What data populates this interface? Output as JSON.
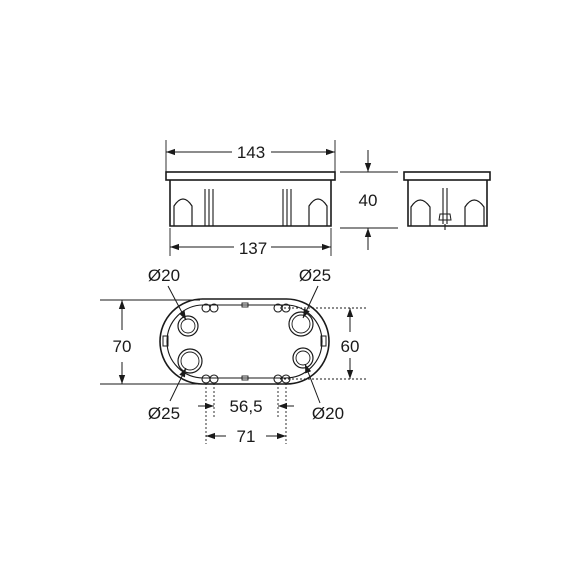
{
  "dimensions": {
    "top_length": "143",
    "bottom_length": "137",
    "height": "40",
    "outer_width": "70",
    "inner_width": "60",
    "hole_spacing_inner": "56,5",
    "hole_spacing_outer": "71",
    "dia_top_left": "Ø20",
    "dia_top_right": "Ø25",
    "dia_bottom_left": "Ø25",
    "dia_bottom_right": "Ø20"
  },
  "colors": {
    "ink": "#1a1a1a",
    "background": "#ffffff"
  }
}
